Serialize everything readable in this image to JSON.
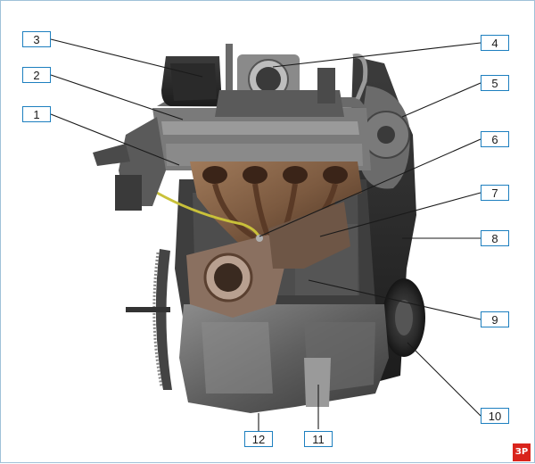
{
  "callouts": [
    {
      "label": "1"
    },
    {
      "label": "2"
    },
    {
      "label": "3"
    },
    {
      "label": "4"
    },
    {
      "label": "5"
    },
    {
      "label": "6"
    },
    {
      "label": "7"
    },
    {
      "label": "8"
    },
    {
      "label": "9"
    },
    {
      "label": "10"
    },
    {
      "label": "11"
    },
    {
      "label": "12"
    }
  ],
  "logo": "ЗР",
  "colors": {
    "accent": "#1d7fbf",
    "leader": "#1a1a1a",
    "brand": "#d9241c"
  }
}
